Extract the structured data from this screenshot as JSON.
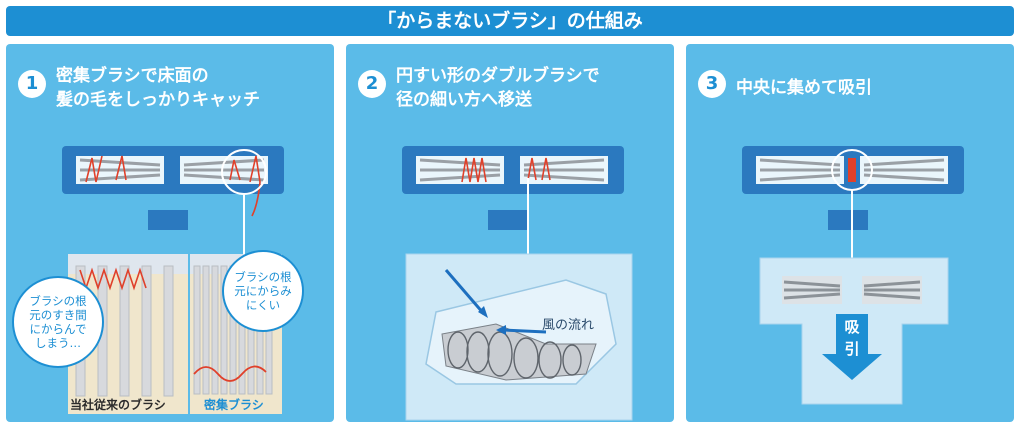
{
  "title": "「からまないブラシ」の仕組み",
  "colors": {
    "brand_blue": "#1d8fd3",
    "panel_blue": "#5bbbe8",
    "hair_red": "#e0402a",
    "nozzle_dark": "#2b79bf"
  },
  "panels": [
    {
      "number": "1",
      "heading_line1": "密集ブラシで床面の",
      "heading_line2": "髪の毛をしっかりキャッチ",
      "bubble_left": "ブラシの根元のすき間にからんでしまう…",
      "bubble_right": "ブラシの根元にからみにくい",
      "caption_left": "当社従来のブラシ",
      "caption_right": "密集ブラシ"
    },
    {
      "number": "2",
      "heading_line1": "円すい形のダブルブラシで",
      "heading_line2": "径の細い方へ移送",
      "wind_label": "風の流れ"
    },
    {
      "number": "3",
      "heading_line1": "中央に集めて吸引",
      "suction_label_1": "吸",
      "suction_label_2": "引"
    }
  ]
}
